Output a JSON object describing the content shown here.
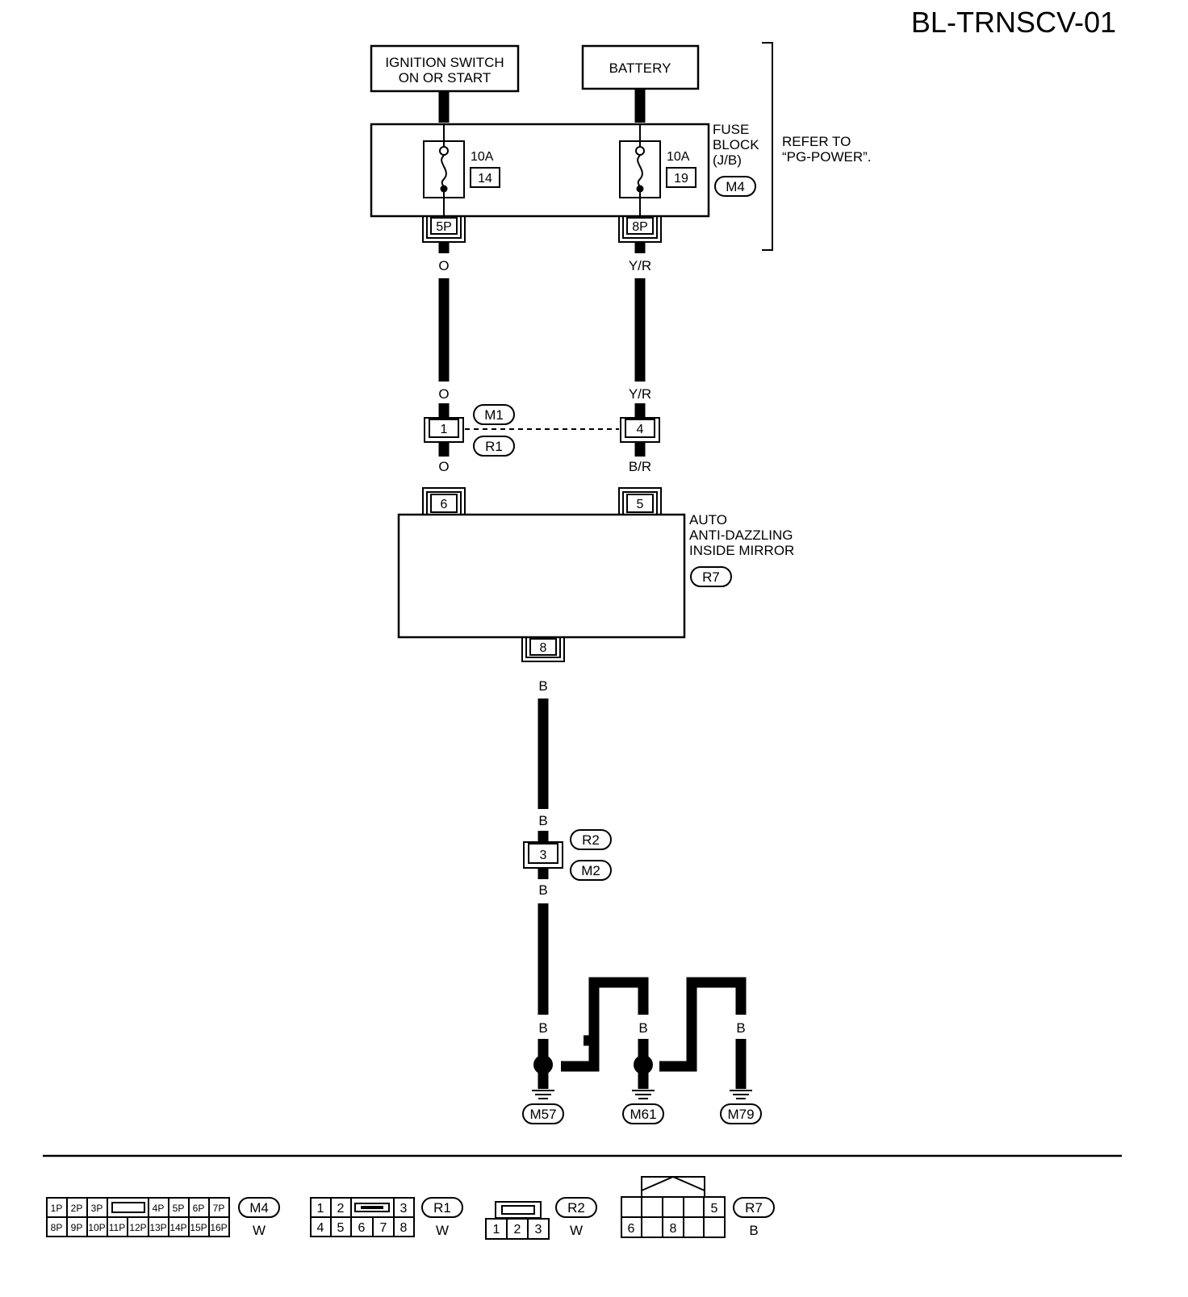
{
  "page_id": "BL-TRNSCV-01",
  "sources": {
    "ignition": [
      "IGNITION SWITCH",
      "ON OR START"
    ],
    "battery": "BATTERY"
  },
  "fuse_block": {
    "label": [
      "FUSE",
      "BLOCK",
      "(J/B)"
    ],
    "connector": "M4",
    "fuses": [
      {
        "rating": "10A",
        "number": "14",
        "terminal": "5P"
      },
      {
        "rating": "10A",
        "number": "19",
        "terminal": "8P"
      }
    ],
    "refer": [
      "REFER TO",
      "“PG-POWER”."
    ]
  },
  "wires": {
    "left_upper": "O",
    "right_upper": "Y/R",
    "left_lower": "O",
    "right_lower": "B/R",
    "ground": "B"
  },
  "joint_connector": {
    "terminals": [
      "1",
      "4"
    ],
    "connectors": [
      "M1",
      "R1"
    ]
  },
  "mirror": {
    "label": [
      "AUTO",
      "ANTI-DAZZLING",
      "INSIDE MIRROR"
    ],
    "connector": "R7",
    "terminals": [
      "6",
      "5",
      "8"
    ]
  },
  "ground_connector": {
    "terminal": "3",
    "connectors": [
      "R2",
      "M2"
    ]
  },
  "grounds": [
    "M57",
    "M61",
    "M79"
  ],
  "connector_views": [
    {
      "id": "M4",
      "color": "W",
      "top": [
        "1P",
        "2P",
        "3P",
        "4P",
        "5P",
        "6P",
        "7P"
      ],
      "bottom": [
        "8P",
        "9P",
        "10P",
        "11P",
        "12P",
        "13P",
        "14P",
        "15P",
        "16P"
      ]
    },
    {
      "id": "R1",
      "color": "W",
      "top": [
        "1",
        "2",
        "3"
      ],
      "bottom": [
        "4",
        "5",
        "6",
        "7",
        "8"
      ]
    },
    {
      "id": "R2",
      "color": "W",
      "bottom": [
        "1",
        "2",
        "3"
      ]
    },
    {
      "id": "R7",
      "color": "B",
      "top": [
        "5"
      ],
      "bottom": [
        "6",
        "8"
      ]
    }
  ]
}
